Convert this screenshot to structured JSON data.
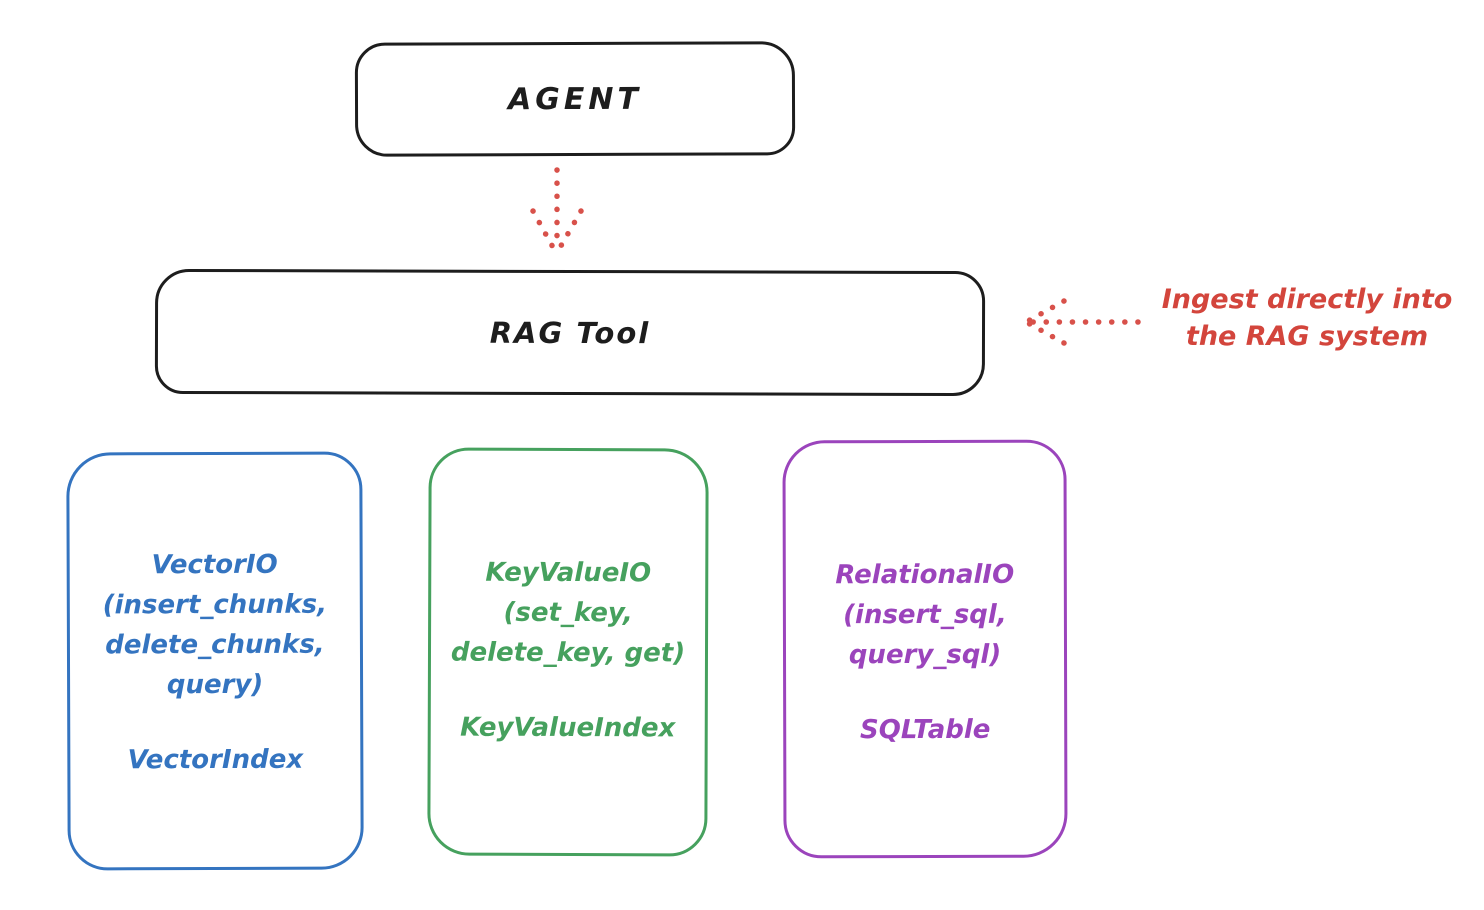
{
  "colors": {
    "stroke_black": "#1d1d1d",
    "red": "#d3453c",
    "blue": "#3474c0",
    "green": "#46a15e",
    "purple": "#9b44bc",
    "background": "#ffffff"
  },
  "agent_box": {
    "label": "AGENT"
  },
  "rag_box": {
    "label": "RAG Tool"
  },
  "annotation": {
    "line1": "Ingest directly into",
    "line2": "the RAG system"
  },
  "arrows": [
    {
      "name": "agent-to-rag",
      "style": "dotted",
      "direction": "down",
      "color": "#d8514a"
    },
    {
      "name": "annotation-to-rag",
      "style": "dotted",
      "direction": "left",
      "color": "#d8514a"
    }
  ],
  "backends": [
    {
      "name": "VectorIO",
      "color": "#3474c0",
      "lines": [
        "VectorIO",
        "(insert_chunks,",
        "delete_chunks,",
        "query)"
      ],
      "index": "VectorIndex"
    },
    {
      "name": "KeyValueIO",
      "color": "#46a15e",
      "lines": [
        "KeyValueIO",
        "(set_key,",
        "delete_key, get)"
      ],
      "index": "KeyValueIndex"
    },
    {
      "name": "RelationalIO",
      "color": "#9b44bc",
      "lines": [
        "RelationalIO",
        "(insert_sql,",
        "query_sql)"
      ],
      "index": "SQLTable"
    }
  ]
}
